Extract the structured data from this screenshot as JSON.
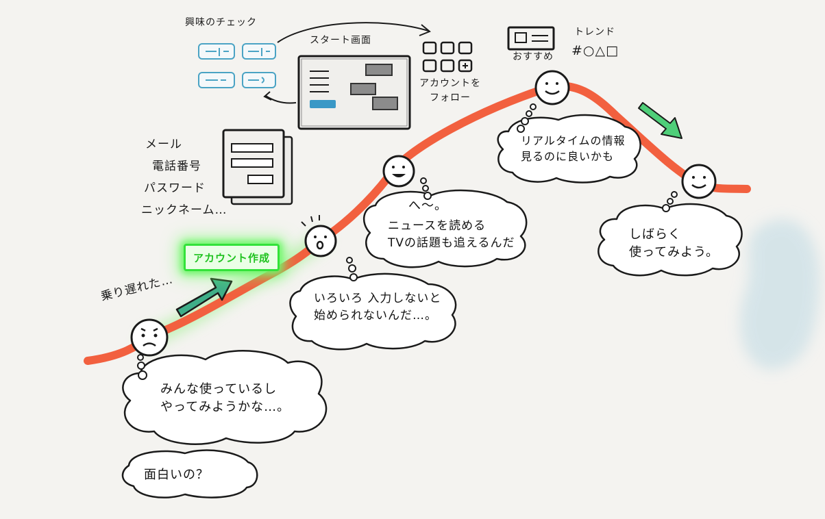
{
  "labels": {
    "interest_check": "興味のチェック",
    "start_screen": "スタート画面",
    "follow_account": "アカウントを\nフォロー",
    "recommended": "おすすめ",
    "trend": "トレンド",
    "trend_tags": "#○△□",
    "form_fields": [
      "メール",
      "電話番号",
      "パスワード",
      "ニックネーム…"
    ],
    "create_account": "アカウント作成",
    "moved_on": "乗り遅れた…"
  },
  "thoughts": {
    "t1": "みんな使っているし\nやってみようかな…。",
    "t1_question": "面白いの？",
    "t2": "いろいろ 入力しないと\n始められないんだ…。",
    "t3_sigh": "へ〜。",
    "t3": "ニュースを読める\nTVの話題も追えるんだ",
    "t4": "リアルタイムの情報\n見るのに良いかも",
    "t5": "しばらく\n使ってみよう。"
  },
  "colors": {
    "curve": "#f2603f",
    "arrow_teal": "#3fae88",
    "arrow_green": "#4fcf79",
    "badge_glow": "#33e23a",
    "tag_blue": "#4aa3c4",
    "blue_btn": "#3a98c6",
    "paper": "#f4f3f0"
  },
  "faces": [
    {
      "name": "face-frown",
      "mood": "frown"
    },
    {
      "name": "face-surprised",
      "mood": "surprised"
    },
    {
      "name": "face-grin",
      "mood": "grin"
    },
    {
      "name": "face-smile-top",
      "mood": "smile"
    },
    {
      "name": "face-content",
      "mood": "smile"
    }
  ]
}
